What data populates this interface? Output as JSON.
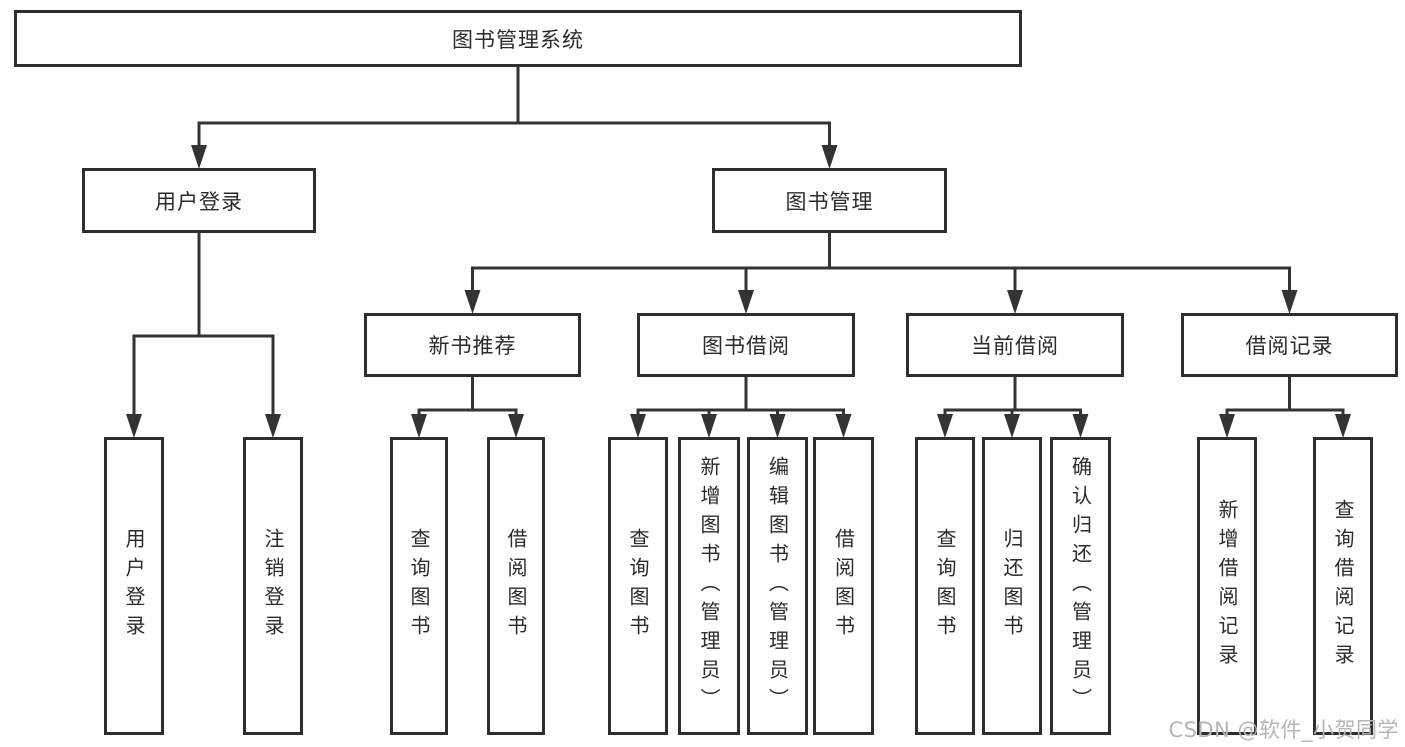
{
  "diagram": {
    "title": "图书管理系统",
    "type": "functional-structure-tree"
  },
  "nodes": [
    {
      "id": "root",
      "parent": null,
      "label": "图书管理系统",
      "writing": "horizontal"
    },
    {
      "id": "user-login",
      "parent": "root",
      "label": "用户登录",
      "writing": "horizontal"
    },
    {
      "id": "book-mgmt",
      "parent": "root",
      "label": "图书管理",
      "writing": "horizontal"
    },
    {
      "id": "login",
      "parent": "user-login",
      "label": "用户登录",
      "writing": "vertical"
    },
    {
      "id": "logout",
      "parent": "user-login",
      "label": "注销登录",
      "writing": "vertical"
    },
    {
      "id": "new-book-rec",
      "parent": "book-mgmt",
      "label": "新书推荐",
      "writing": "horizontal"
    },
    {
      "id": "book-borrow",
      "parent": "book-mgmt",
      "label": "图书借阅",
      "writing": "horizontal"
    },
    {
      "id": "current-borrow",
      "parent": "book-mgmt",
      "label": "当前借阅",
      "writing": "horizontal"
    },
    {
      "id": "borrow-records",
      "parent": "book-mgmt",
      "label": "借阅记录",
      "writing": "horizontal"
    },
    {
      "id": "query-book-1",
      "parent": "new-book-rec",
      "label": "查询图书",
      "writing": "vertical"
    },
    {
      "id": "borrow-book-1",
      "parent": "new-book-rec",
      "label": "借阅图书",
      "writing": "vertical"
    },
    {
      "id": "query-book-2",
      "parent": "book-borrow",
      "label": "查询图书",
      "writing": "vertical"
    },
    {
      "id": "add-book",
      "parent": "book-borrow",
      "label": "新增图书（管理员）",
      "writing": "vertical"
    },
    {
      "id": "edit-book",
      "parent": "book-borrow",
      "label": "编辑图书（管理员）",
      "writing": "vertical"
    },
    {
      "id": "borrow-book-2",
      "parent": "book-borrow",
      "label": "借阅图书",
      "writing": "vertical"
    },
    {
      "id": "query-book-3",
      "parent": "current-borrow",
      "label": "查询图书",
      "writing": "vertical"
    },
    {
      "id": "return-book",
      "parent": "current-borrow",
      "label": "归还图书",
      "writing": "vertical"
    },
    {
      "id": "confirm-return",
      "parent": "current-borrow",
      "label": "确认归还（管理员）",
      "writing": "vertical"
    },
    {
      "id": "add-borrow-record",
      "parent": "borrow-records",
      "label": "新增借阅记录",
      "writing": "vertical"
    },
    {
      "id": "query-borrow-record",
      "parent": "borrow-records",
      "label": "查询借阅记录",
      "writing": "vertical"
    }
  ],
  "watermark": {
    "text": "CSDN @软件_小贺同学"
  },
  "colors": {
    "line": "#333333",
    "box_border": "#2e2e2e",
    "box_fill": "#ffffff",
    "text": "#2b2b2b",
    "watermark": "#b5b5b5",
    "background": "#ffffff"
  }
}
